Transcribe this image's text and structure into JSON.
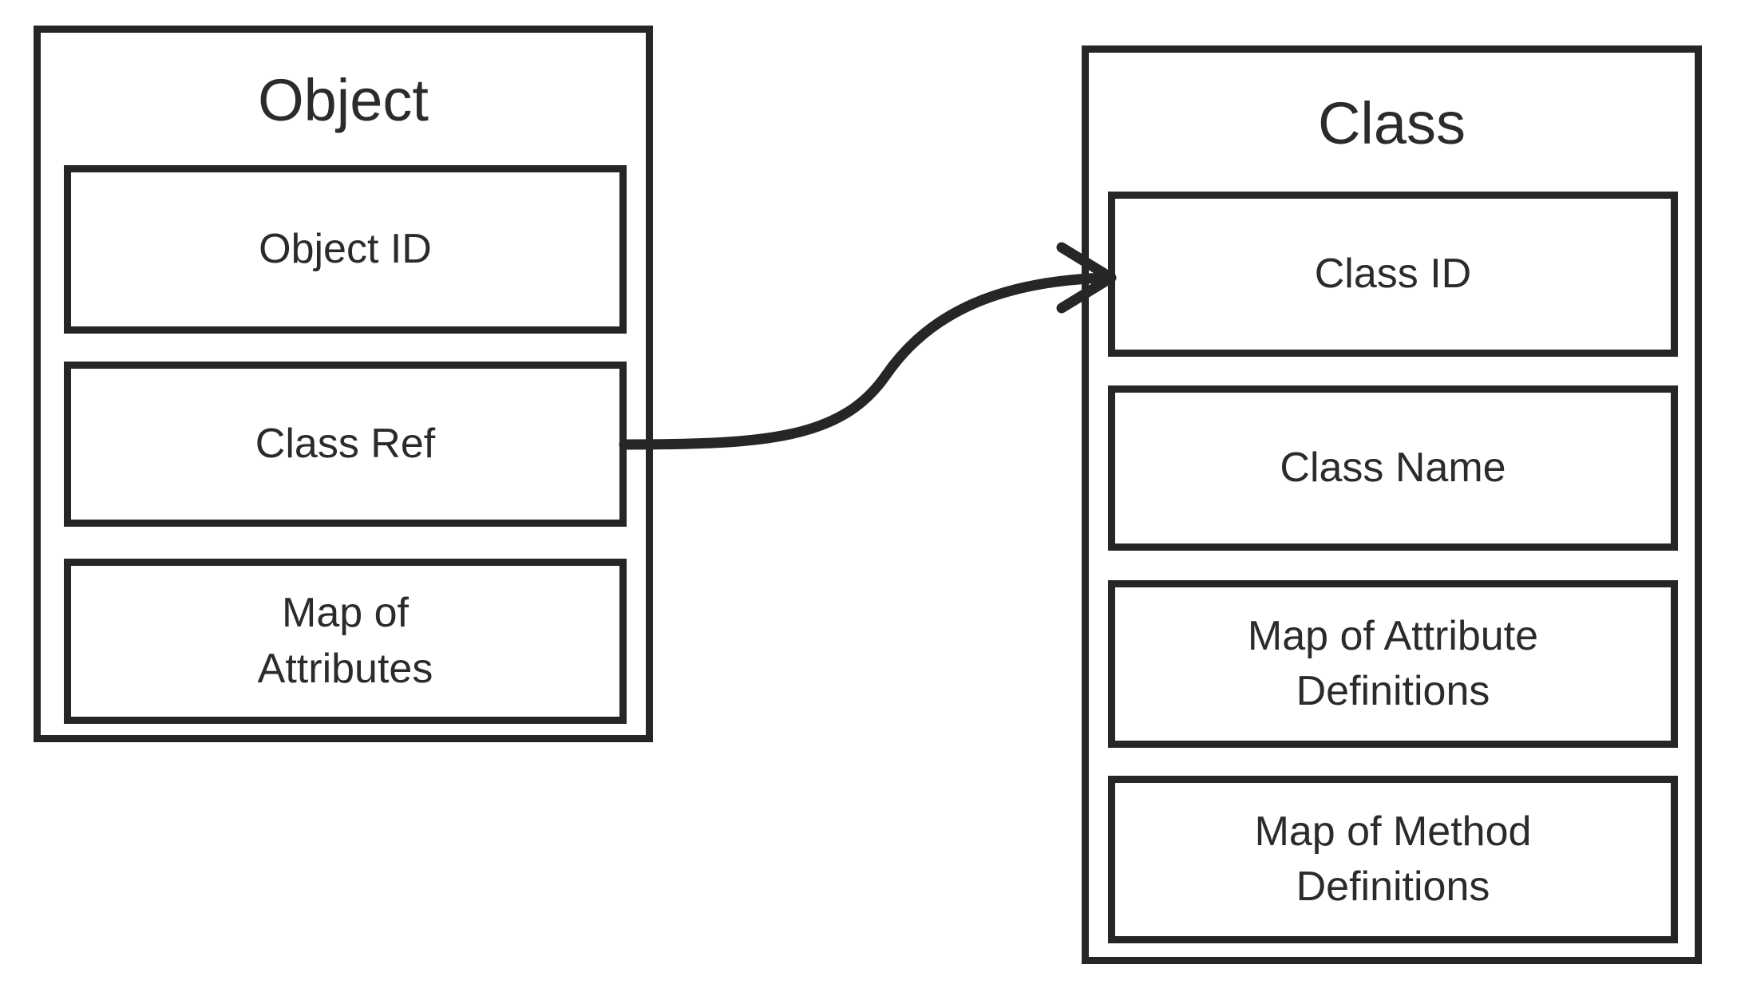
{
  "diagram": {
    "title_semantic": "object-to-class-reference",
    "background_color": "#ffffff",
    "stroke_color": "#262626",
    "text_color": "#2b2b2b",
    "panels": [
      {
        "id": "object",
        "title": "Object",
        "fields": [
          {
            "id": "object-id",
            "label": "Object ID"
          },
          {
            "id": "class-ref",
            "label": "Class Ref"
          },
          {
            "id": "map-attributes",
            "label": "Map of\nAttributes"
          }
        ]
      },
      {
        "id": "class",
        "title": "Class",
        "fields": [
          {
            "id": "class-id",
            "label": "Class ID"
          },
          {
            "id": "class-name",
            "label": "Class Name"
          },
          {
            "id": "map-attribute-definitions",
            "label": "Map of Attribute\nDefinitions"
          },
          {
            "id": "map-method-definitions",
            "label": "Map of Method\nDefinitions"
          }
        ]
      }
    ],
    "connector": {
      "from": "object.class-ref",
      "to": "class.class-id",
      "style": "curved-arrow",
      "arrowhead": "open-v"
    }
  }
}
